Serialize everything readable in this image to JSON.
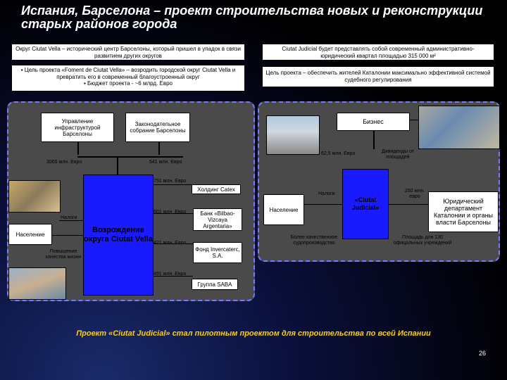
{
  "title": "Испания, Барселона – проект строительства новых и реконструкции старых районов города",
  "top_boxes": {
    "left_1": "Округ Ciutat Vella – исторический центр Барселоны, который пришел в упадок в связи развитием других округов",
    "left_2_line1": "▪ Цель проекта «Foment de Ciutat Vella» – возродить городской округ Ciutat Vella и превратить его в современный благоустроенный округ",
    "left_2_line2": "▪ Бюджет проекта - ~6 млрд. Евро",
    "right_1": "Ciutat Judicial будет представлять собой современный административно-юридический квартал площадью 315 000 м²",
    "right_2": "Цель проекта – обеспечить жителей Каталонии максимально эффективной системой судебного регулирования"
  },
  "left_panel": {
    "node_management": "Управление инфраструктурой Барселоны",
    "node_assembly": "Законодательное собрание Барселоны",
    "label_3065": "3065 млн. Евро",
    "label_541": "541 млн. Евро",
    "label_751": "751 млн. Евро",
    "node_catex": "Холдинг Catex",
    "label_taxes": "Налоги",
    "label_601": "601 млн. Евро",
    "node_bank": "Банк «Bilbao-Vizcaya Argentaria»",
    "node_population": "Население",
    "center_node": "Возрождение округа Ciutat Vella",
    "label_421": "421 млн. Евро",
    "node_fund": "Фонд Invercaterс, S.A.",
    "label_quality": "Повышение качества жизни",
    "label_491": "491 млн. Евро",
    "node_saba": "Группа SABA"
  },
  "right_panel": {
    "node_business": "Бизнес",
    "label_62": "62,5 млн. Евро",
    "label_dividends": "Дивиденды от площадей",
    "label_taxes": "Налоги",
    "node_population": "Население",
    "center_node": "«Ciutat Judicial»",
    "label_250": "250 млн. евро",
    "node_legal": "Юридический департамент Каталонии и органы власти Барселоны",
    "label_better": "Более качественное судопроизводство",
    "label_area": "Площадь для 130 офицальных учреждений"
  },
  "footer": "Проект «Ciutat Judicial» стал пилотным проектом для строительства по всей Испании",
  "page_number": "26",
  "colors": {
    "panel": "#4a4a4a",
    "panel_border": "#7a7aff",
    "blue_node": "#1a1aff",
    "footer": "#ffd000"
  }
}
